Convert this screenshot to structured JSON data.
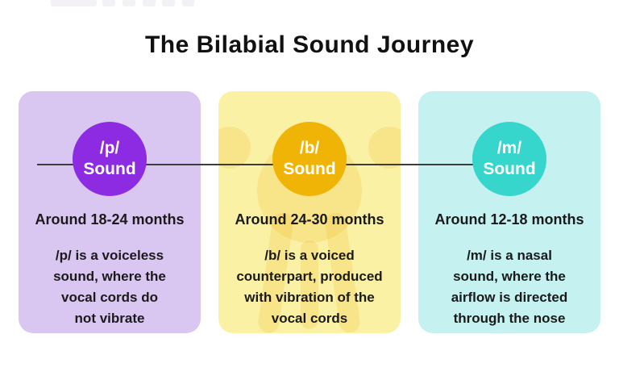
{
  "title": "The Bilabial Sound Journey",
  "colors": {
    "card-p-bg": "#d9c7f2",
    "circle-p-bg": "#8c2be2",
    "card-b-bg": "#fbf1a4",
    "circle-b-bg": "#efb406",
    "card-m-bg": "#c5f2f0",
    "circle-m-bg": "#36d6cc",
    "timeline-line": "#3d3d3d",
    "text": "#1a1a1a"
  },
  "cards": [
    {
      "symbol": "/p/",
      "circle_word": "Sound",
      "age": "Around 18-24 months",
      "description": "/p/ is a voiceless\nsound, where the\nvocal cords do\nnot vibrate"
    },
    {
      "symbol": "/b/",
      "circle_word": "Sound",
      "age": "Around 24-30 months",
      "description": "/b/ is a voiced\ncounterpart, produced\nwith vibration of the\nvocal cords"
    },
    {
      "symbol": "/m/",
      "circle_word": "Sound",
      "age": "Around 12-18 months",
      "description": "/m/ is a nasal\nsound, where the\nairflow is directed\nthrough the nose"
    }
  ]
}
